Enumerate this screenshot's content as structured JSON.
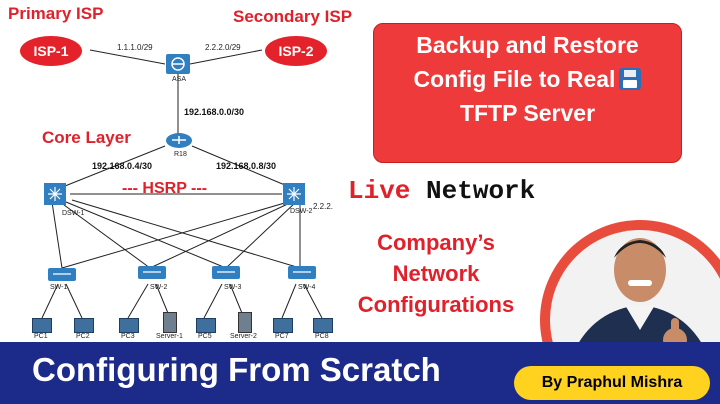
{
  "labels": {
    "primary_isp": "Primary ISP",
    "secondary_isp": "Secondary ISP",
    "isp1": "ISP-1",
    "isp2": "ISP-2",
    "core_layer": "Core Layer",
    "hsrp": "--- HSRP ---"
  },
  "devices": {
    "asa": "ASA",
    "router": "R18",
    "dsw1": "DSW-1",
    "dsw2": "DSW-2",
    "sw1": "SW-1",
    "sw2": "SW-2",
    "sw3": "SW-3",
    "sw4": "SW-4",
    "pcs": [
      "PC1",
      "PC2",
      "PC3",
      "Server-1",
      "PC5",
      "Server-2",
      "PC7",
      "PC8"
    ]
  },
  "networks": {
    "isp1_net": "1.1.1.0/29",
    "isp2_net": "2.2.2.0/29",
    "asa_r18": "192.168.0.0/30",
    "r18_dsw1": "192.168.0.4/30",
    "r18_dsw2": "192.168.0.8/30",
    "dsw2_ip": "2.2.2."
  },
  "title_lines": [
    "Backup and Restore",
    "Config File to Real",
    "TFTP Server"
  ],
  "live_word": "Live",
  "network_word": "Network",
  "company_lines": [
    "Company’s",
    "Network",
    "Configurations"
  ],
  "bottom_title": "Configuring From Scratch",
  "author": "By Praphul Mishra",
  "icons": [
    "floppy-disk-icon",
    "firewall-icon",
    "router-icon",
    "multilayer-switch-icon",
    "switch-icon",
    "pc-icon",
    "server-icon"
  ],
  "colors": {
    "accent_red": "#e0202a",
    "title_box": "#ee3a3a",
    "bottom_bar": "#1c2a8a",
    "badge": "#ffd21f",
    "device_blue": "#2f7fc1"
  }
}
